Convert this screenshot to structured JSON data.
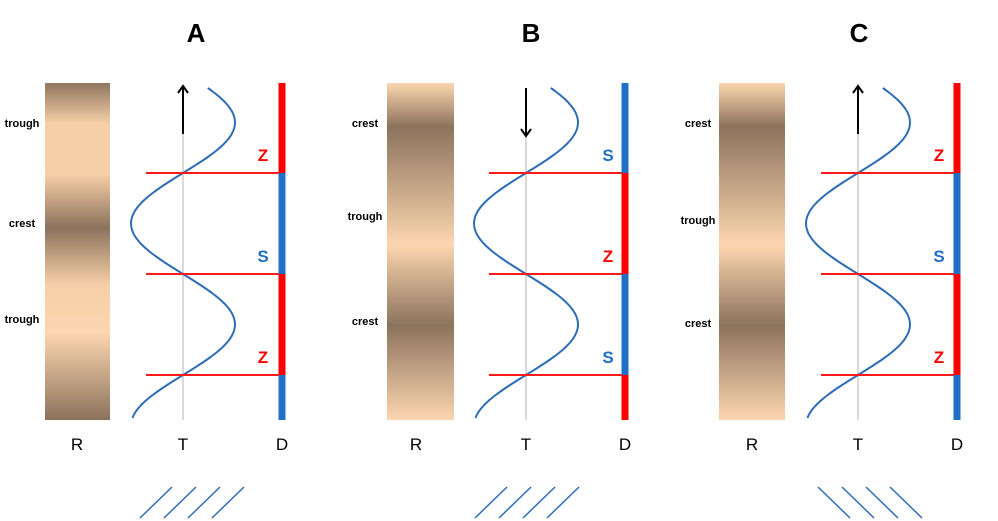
{
  "colors": {
    "red": "#ff0000",
    "blue": "#1f6fc5",
    "wave": "#2e6db5",
    "boundary": "#ff1a1a",
    "axis": "#d9d9d9",
    "light": "#fcd6b0",
    "dark": "#8c735c"
  },
  "panels": [
    {
      "title": "A",
      "arrow": "up",
      "r_labels": [
        "trough",
        "crest",
        "trough"
      ],
      "d_segments": [
        {
          "label": "Z",
          "color": "red"
        },
        {
          "label": "S",
          "color": "blue"
        },
        {
          "label": "Z",
          "color": "red"
        },
        {
          "label": "",
          "color": "blue"
        }
      ],
      "axis_labels": [
        "R",
        "T",
        "D"
      ],
      "hatch": "forward"
    },
    {
      "title": "B",
      "arrow": "down",
      "r_labels": [
        "crest",
        "trough",
        "crest"
      ],
      "d_segments": [
        {
          "label": "S",
          "color": "blue"
        },
        {
          "label": "Z",
          "color": "red"
        },
        {
          "label": "S",
          "color": "blue"
        },
        {
          "label": "",
          "color": "red"
        }
      ],
      "axis_labels": [
        "R",
        "T",
        "D"
      ],
      "hatch": "forward"
    },
    {
      "title": "C",
      "arrow": "up",
      "r_labels": [
        "crest",
        "trough",
        "crest"
      ],
      "d_segments": [
        {
          "label": "Z",
          "color": "red"
        },
        {
          "label": "S",
          "color": "blue"
        },
        {
          "label": "Z",
          "color": "red"
        },
        {
          "label": "",
          "color": "blue"
        }
      ],
      "axis_labels": [
        "R",
        "T",
        "D"
      ],
      "hatch": "backward"
    }
  ]
}
